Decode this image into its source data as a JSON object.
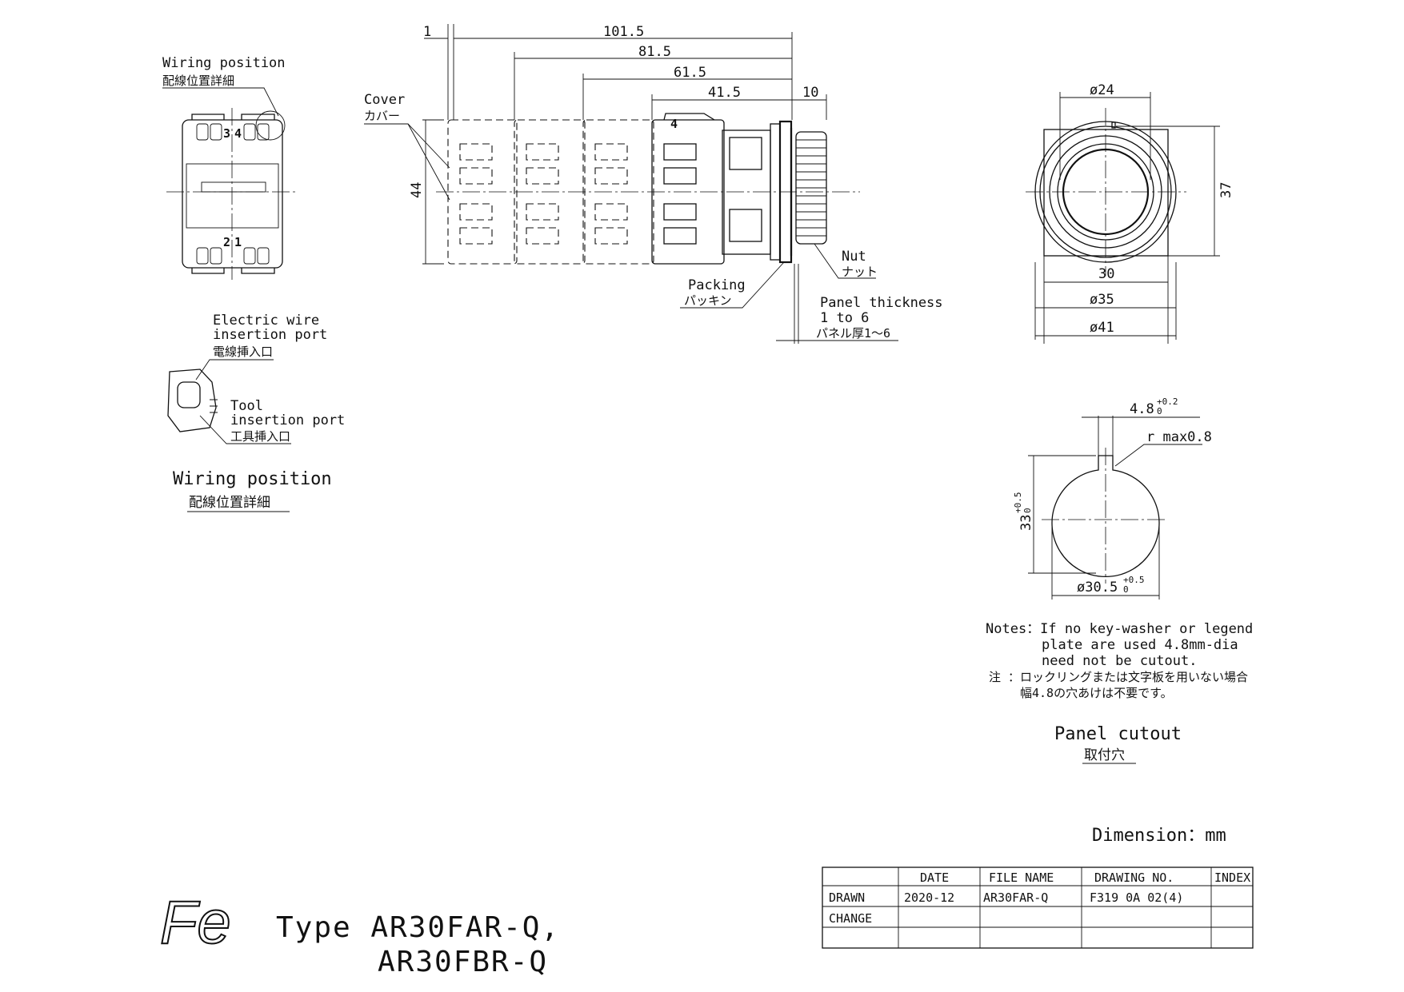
{
  "wiring_detail": {
    "label_en": "Wiring position",
    "label_jp": "配線位置詳細",
    "terminals": [
      "3",
      "4",
      "2",
      "1"
    ],
    "wire_port_en_1": "Electric wire",
    "wire_port_en_2": "insertion port",
    "wire_port_jp": "電線挿入口",
    "tool_port_en_1": "Tool",
    "tool_port_en_2": "insertion port",
    "tool_port_jp": "工具挿入口",
    "caption_en": "Wiring position",
    "caption_jp": "配線位置詳細"
  },
  "side_view": {
    "dim_1": "1",
    "dim_101_5": "101.5",
    "dim_81_5": "81.5",
    "dim_61_5": "61.5",
    "dim_41_5": "41.5",
    "dim_10": "10",
    "dim_44": "44",
    "terminal_4": "4",
    "cover_en": "Cover",
    "cover_jp": "カバー",
    "nut_en": "Nut",
    "nut_jp": "ナット",
    "packing_en": "Packing",
    "packing_jp": "パッキン",
    "panel_en_1": "Panel thickness",
    "panel_en_2": "1 to 6",
    "panel_jp": "パネル厚1～6"
  },
  "front_view": {
    "dia_24": "ø24",
    "dim_37": "37",
    "dim_30": "30",
    "dia_35": "ø35",
    "dia_41": "ø41"
  },
  "cutout": {
    "key_width": "4.8",
    "key_tol_upper": "+0.2",
    "key_tol_lower": "0",
    "radius_note": "r max0.8",
    "height": "33",
    "height_tol_upper": "+0.5",
    "height_tol_lower": "0",
    "diameter": "ø30.5",
    "dia_tol_upper": "+0.5",
    "dia_tol_lower": "0",
    "caption_en": "Panel cutout",
    "caption_jp": "取付穴"
  },
  "notes": {
    "line1": "Notes：If no key-washer or legend",
    "line2": "plate are used 4.8mm-dia",
    "line3": "need not be cutout.",
    "jp1": "注 ：ロックリングまたは文字板を用いない場合",
    "jp2": "幅4.8の穴あけは不要です。"
  },
  "dimension_unit": "Dimension：mm",
  "title_block": {
    "headers": [
      "",
      "DATE",
      "FILE NAME",
      "DRAWING NO.",
      "INDEX"
    ],
    "row_drawn": [
      "DRAWN",
      "2020-12",
      "AR30FAR-Q",
      "F319 0A 02(4)",
      ""
    ],
    "row_change": [
      "CHANGE",
      "",
      "",
      "",
      ""
    ],
    "row_blank": [
      "",
      "",
      "",
      "",
      ""
    ]
  },
  "title": {
    "logo_text": "Fe",
    "line1": "Type AR30FAR-Q,",
    "line2": "AR30FBR-Q"
  }
}
